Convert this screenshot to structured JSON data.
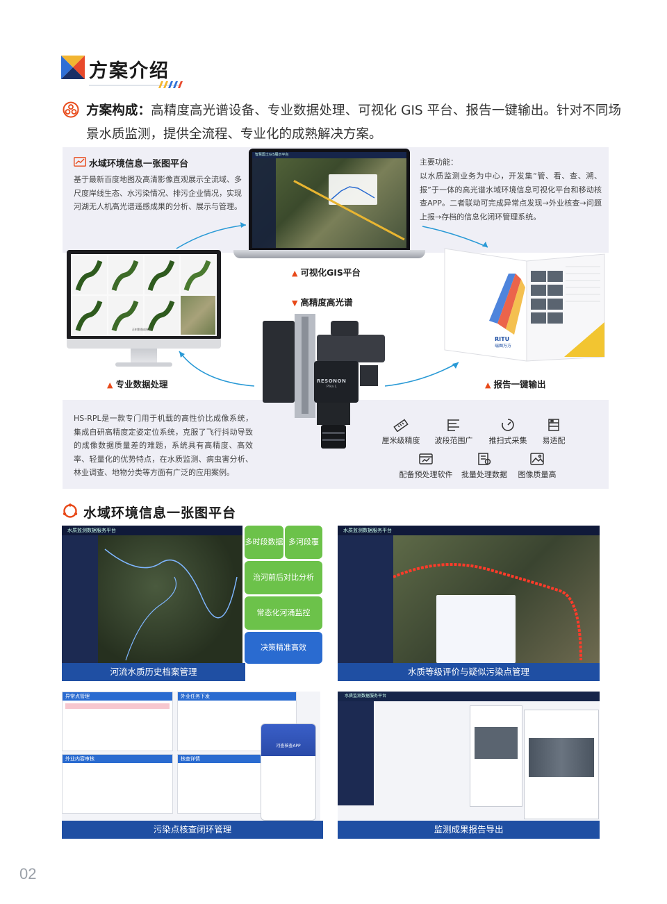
{
  "header": {
    "title": "方案介绍",
    "composition_label": "方案构成：",
    "composition_text": "高精度高光谱设备、专业数据处理、可视化 GIS 平台、报告一键输出。针对不同场景水质监测，提供全流程、专业化的成熟解决方案。"
  },
  "platform": {
    "title": "水域环境信息一张图平台",
    "description": "基于最新百度地图及高清影像直观展示全流域、多尺度岸线生态、水污染情况、排污企业情况，实现河湖无人机高光谱遥感成果的分析、展示与管理。"
  },
  "functions": {
    "title": "主要功能：",
    "description": "以水质监测业务为中心，开发集“管、看、查、溯、报”于一体的高光谱水域环境信息可视化平台和移动核查APP。二者联动可完成异常点发现→外业核查→问题上报→存档的信息化闭环管理系统。"
  },
  "captions": {
    "gis": "可视化GIS平台",
    "hyperspectral": "高精度高光谱",
    "processing": "专业数据处理",
    "report": "报告一键输出"
  },
  "laptop": {
    "app_title": "智慧国土GIS展示平台"
  },
  "monitor": {
    "caption": "正射影像成果图"
  },
  "report": {
    "brand": "RITU",
    "company": "瑞图万方"
  },
  "sensor": {
    "brand": "RESONON",
    "model": "Pika L"
  },
  "hs_rpl": {
    "description": "HS-RPL是一款专门用于机载的高性价比成像系统，集成自研高精度定姿定位系统，克服了飞行抖动导致的成像数据质量差的难题，系统具有高精度、高效率、轻量化的优势特点，在水质监测、病虫害分析、林业调查、地物分类等方面有广泛的应用案例。"
  },
  "features": [
    {
      "icon": "ruler-icon",
      "label": "厘米级精度"
    },
    {
      "icon": "spectrum-icon",
      "label": "波段范围广"
    },
    {
      "icon": "scan-icon",
      "label": "推扫式采集"
    },
    {
      "icon": "adapter-icon",
      "label": "易适配"
    },
    {
      "icon": "software-icon",
      "label": "配备预处理软件"
    },
    {
      "icon": "batch-icon",
      "label": "批量处理数据"
    },
    {
      "icon": "image-icon",
      "label": "图像质量高"
    }
  ],
  "section2": {
    "title": "水域环境信息一张图平台",
    "panels": [
      {
        "caption": "河流水质历史档案管理",
        "app_title": "水质监测数据服务平台"
      },
      {
        "caption": "水质等级评价与疑似污染点管理",
        "app_title": "水质监测数据服务平台"
      },
      {
        "caption": "污染点核查闭环管理"
      },
      {
        "caption": "监测成果报告导出",
        "app_title": "水质监测数据服务平台"
      }
    ],
    "tags": [
      "多时段数据",
      "多河段覆盖",
      "治河前后对比分析",
      "常态化河涌监控",
      "决策精准高效"
    ],
    "panel3_sections": [
      "异常点管理",
      "外业任务下发",
      "外业内容审核",
      "核查详情"
    ],
    "app_name": "河查核查APP"
  },
  "page_number": "02",
  "colors": {
    "accent_orange": "#e84a1a",
    "caption_blue": "#1f4fa3",
    "tag_green": "#6cc24a",
    "tag_blue": "#2a6bd0",
    "panel_bg": "#efeff6"
  }
}
